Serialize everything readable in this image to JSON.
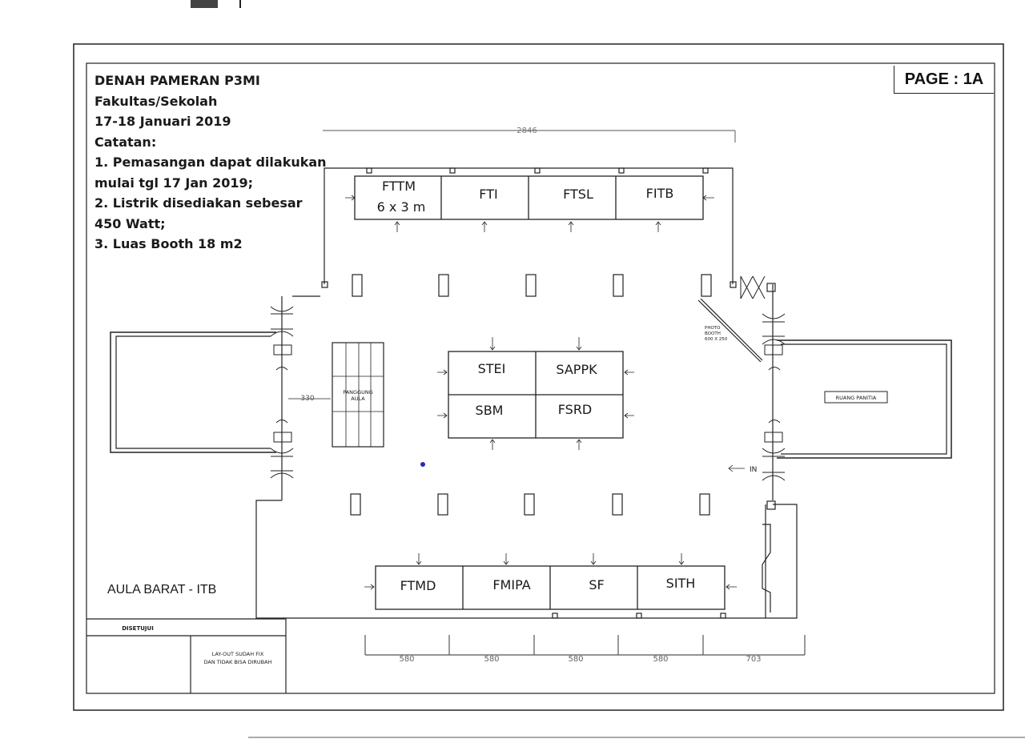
{
  "header": {
    "title": "DENAH PAMERAN P3MI",
    "subtitle": "Fakultas/Sekolah",
    "date": "17-18 Januari 2019",
    "notes_heading": "Catatan:",
    "notes": [
      "1. Pemasangan dapat dilakukan",
      "mulai tgl 17 Jan 2019;",
      "2. Listrik disediakan sebesar",
      "450 Watt;",
      "3. Luas Booth 18 m2"
    ]
  },
  "page_label": "PAGE : 1A",
  "venue_label": "AULA BARAT - ITB",
  "dimensions": {
    "top_width": "2846",
    "stage_offset": "330",
    "bottom": [
      "580",
      "580",
      "580",
      "580",
      "703"
    ]
  },
  "booths": {
    "top_row": [
      {
        "name": "FTTM",
        "size": "6 x 3 m"
      },
      {
        "name": "FTI"
      },
      {
        "name": "FTSL"
      },
      {
        "name": "FITB"
      }
    ],
    "center": [
      {
        "name": "STEI"
      },
      {
        "name": "SAPPK"
      },
      {
        "name": "SBM"
      },
      {
        "name": "FSRD"
      }
    ],
    "bottom_row": [
      {
        "name": "FTMD"
      },
      {
        "name": "FMIPA"
      },
      {
        "name": "SF"
      },
      {
        "name": "SITH"
      }
    ]
  },
  "rooms": {
    "stage_line1": "PANGGUNG",
    "stage_line2": "AULA",
    "committee_room": "RUANG PANITIA",
    "photo_line1": "PHOTO",
    "photo_line2": "BOOTH",
    "photo_line3": "600 X 250",
    "entrance": "IN"
  },
  "approval": {
    "approved_label": "DISETUJUI",
    "status_line1": "LAY-OUT SUDAH FIX",
    "status_line2": "DAN TIDAK BISA DIRUBAH"
  }
}
